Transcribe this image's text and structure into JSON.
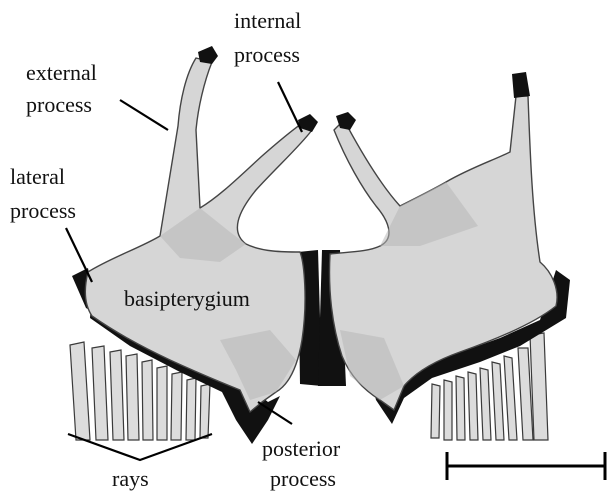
{
  "labels": {
    "internal_process_1": "internal",
    "internal_process_2": "process",
    "external_process_1": "external",
    "external_process_2": "process",
    "lateral_process_1": "lateral",
    "lateral_process_2": "process",
    "basipterygium": "basipterygium",
    "posterior_process_1": "posterior",
    "posterior_process_2": "process",
    "rays": "rays"
  },
  "colors": {
    "bone": "#d6d6d6",
    "cartilage": "#111111",
    "outline": "#444444",
    "text": "#111111"
  }
}
